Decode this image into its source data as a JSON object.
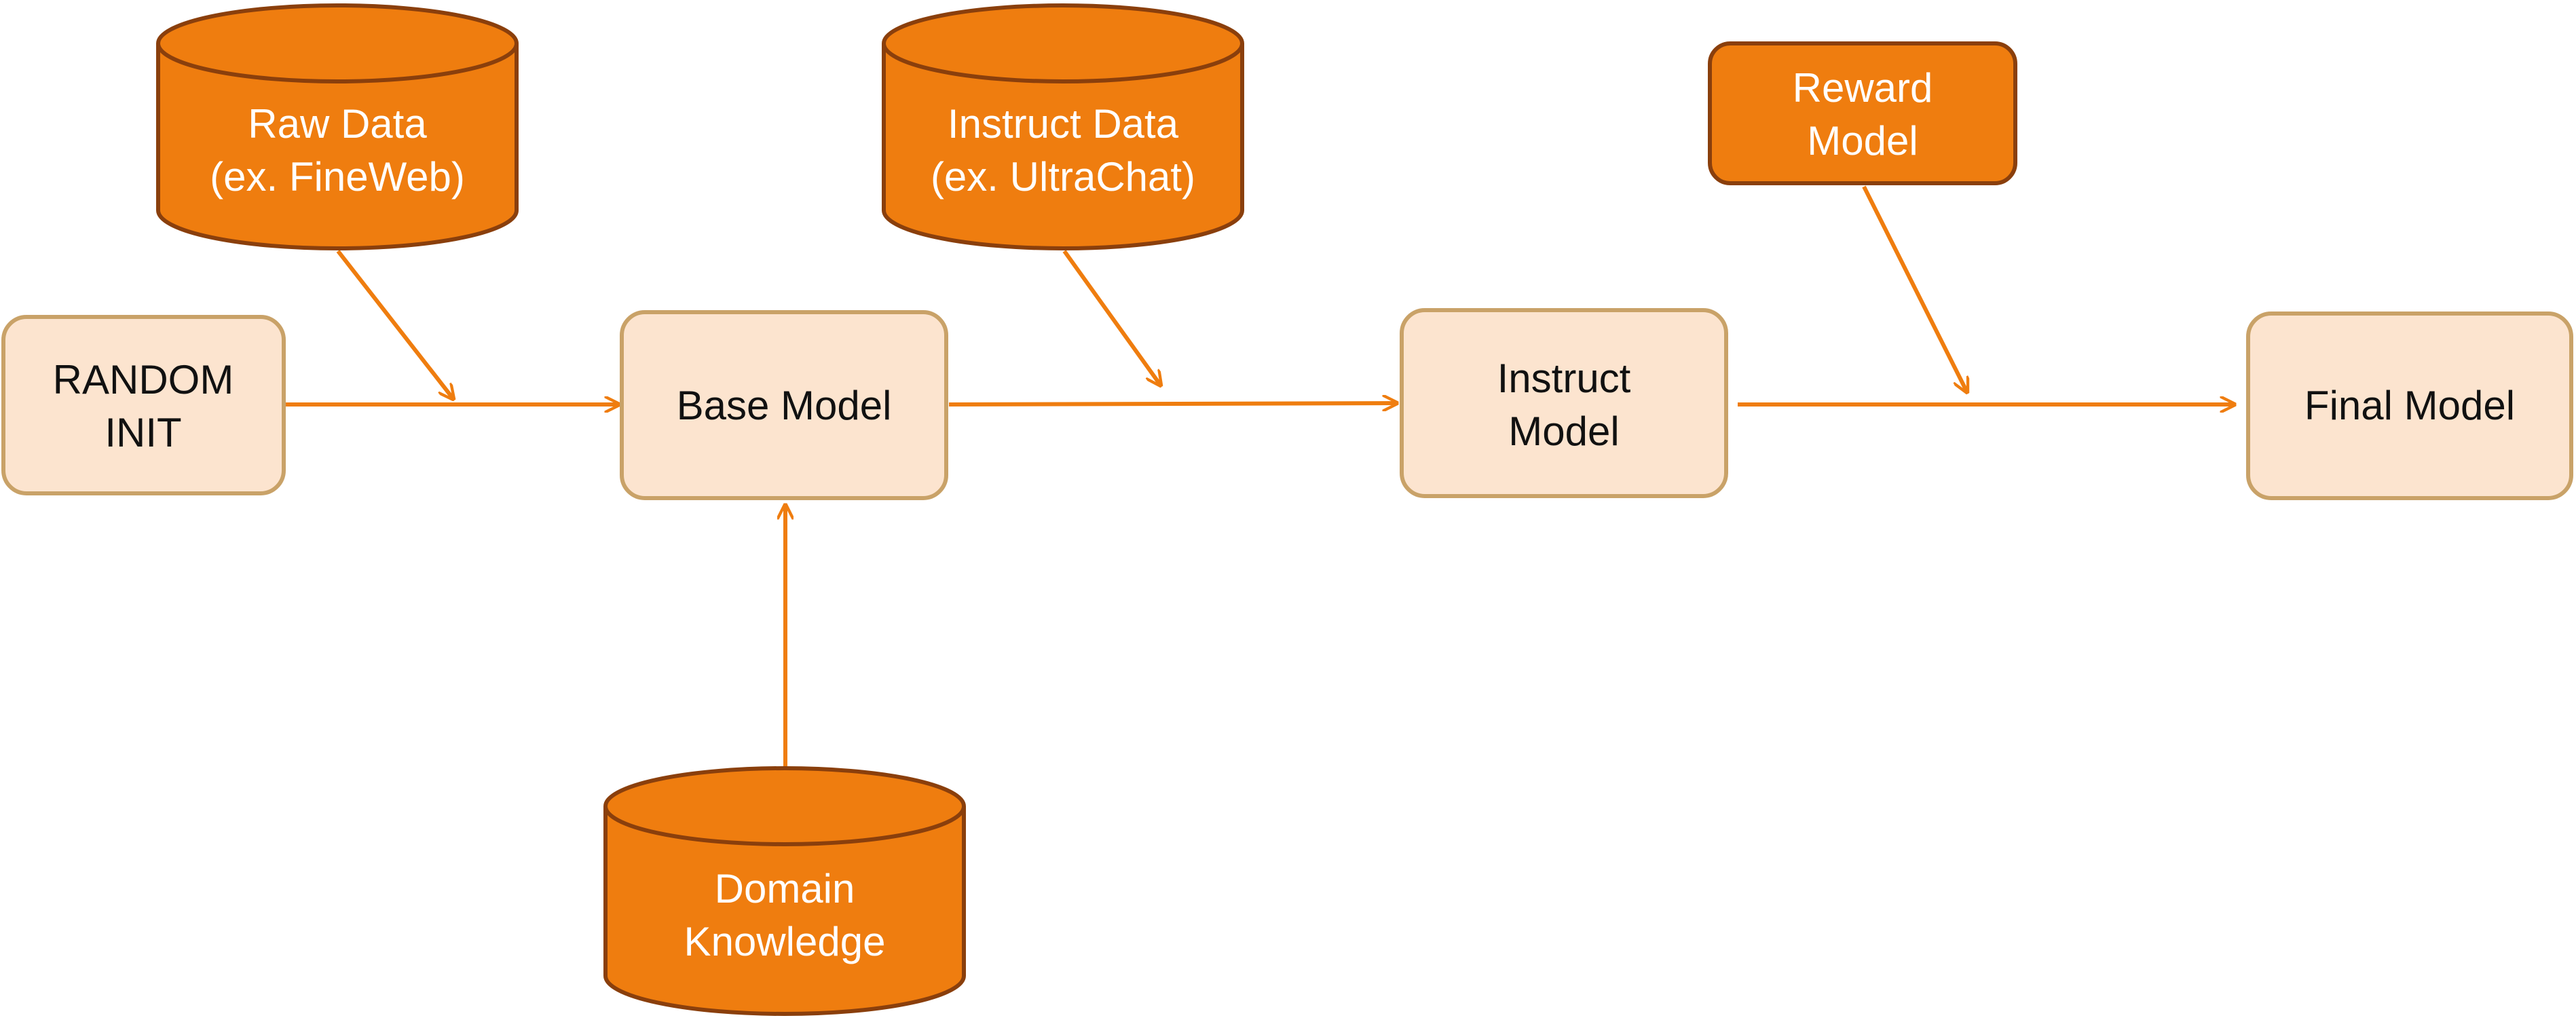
{
  "colors": {
    "light_fill": "#FCE4CF",
    "light_stroke": "#C9A268",
    "dark_fill": "#EF7D0F",
    "dark_stroke": "#8A3F0C",
    "arrow": "#EF7D0F",
    "light_text": "#111111",
    "dark_text": "#FFFFFF"
  },
  "nodes": {
    "random_init": {
      "line1": "RANDOM",
      "line2": "INIT"
    },
    "base_model": {
      "line1": "Base Model"
    },
    "instruct_model": {
      "line1": "Instruct",
      "line2": "Model"
    },
    "final_model": {
      "line1": "Final Model"
    },
    "raw_data": {
      "line1": "Raw Data",
      "line2": "(ex. FineWeb)"
    },
    "instruct_data": {
      "line1": "Instruct Data",
      "line2": "(ex. UltraChat)"
    },
    "reward_model": {
      "line1": "Reward",
      "line2": "Model"
    },
    "domain_knowledge": {
      "line1": "Domain",
      "line2": "Knowledge"
    }
  }
}
